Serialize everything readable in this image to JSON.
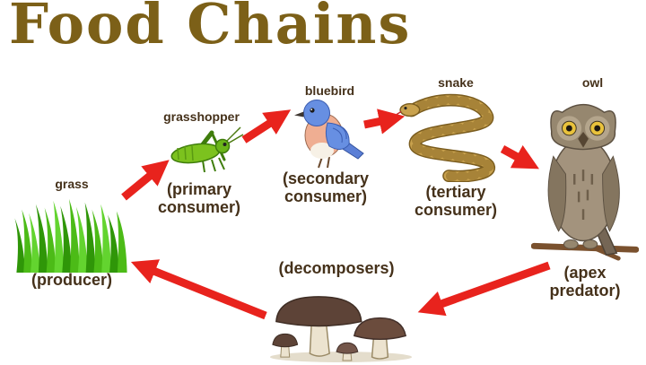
{
  "title": "Food Chains",
  "colors": {
    "title_text": "#7c6018",
    "label_text": "#45311a",
    "arrow": "#e8231d",
    "grass_green": "#4cbb17",
    "mushroom_cap": "#5d4337",
    "mushroom_stem": "#ece3cf"
  },
  "nodes": {
    "grass": {
      "label": "grass",
      "role": "(producer)"
    },
    "grasshopper": {
      "label": "grasshopper",
      "role": "(primary consumer)"
    },
    "bluebird": {
      "label": "bluebird",
      "role": "(secondary consumer)"
    },
    "snake": {
      "label": "snake",
      "role": "(tertiary consumer)"
    },
    "owl": {
      "label": "owl",
      "role": "(apex predator)"
    },
    "decomposers": {
      "role": "(decomposers)"
    }
  },
  "chain_order": [
    "grass",
    "grasshopper",
    "bluebird",
    "snake",
    "owl",
    "decomposers",
    "grass"
  ]
}
